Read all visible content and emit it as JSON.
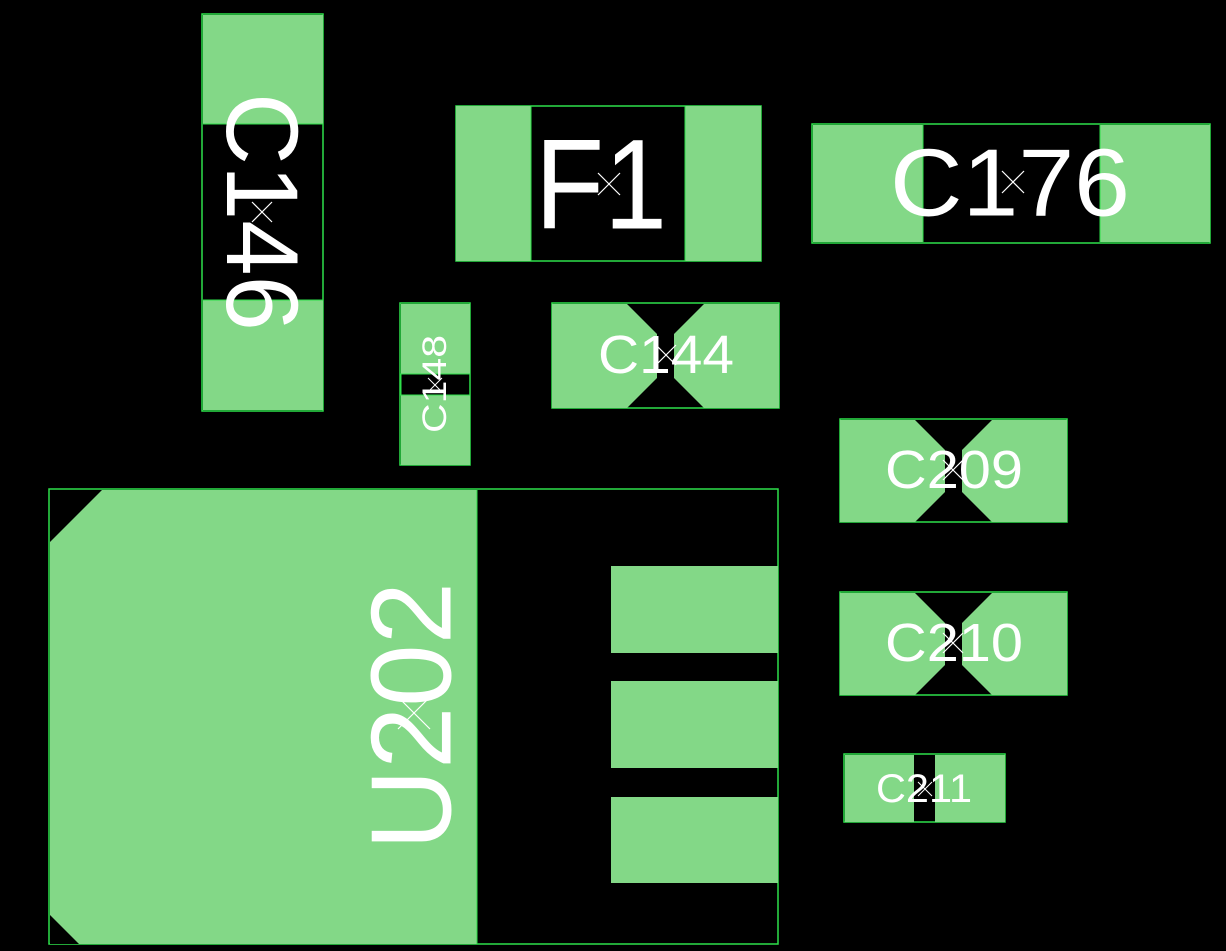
{
  "colors": {
    "background": "#000000",
    "pad": "#83d887",
    "outline": "#2ee04a",
    "label": "#ffffff",
    "marker": "#ffffff"
  },
  "components": {
    "c146": {
      "designator": "C146"
    },
    "f1": {
      "designator": "F1"
    },
    "c176": {
      "designator": "C176"
    },
    "c148": {
      "designator": "C148"
    },
    "c144": {
      "designator": "C144"
    },
    "c209": {
      "designator": "C209"
    },
    "c210": {
      "designator": "C210"
    },
    "c211": {
      "designator": "C211"
    },
    "u202": {
      "designator": "U202"
    }
  }
}
